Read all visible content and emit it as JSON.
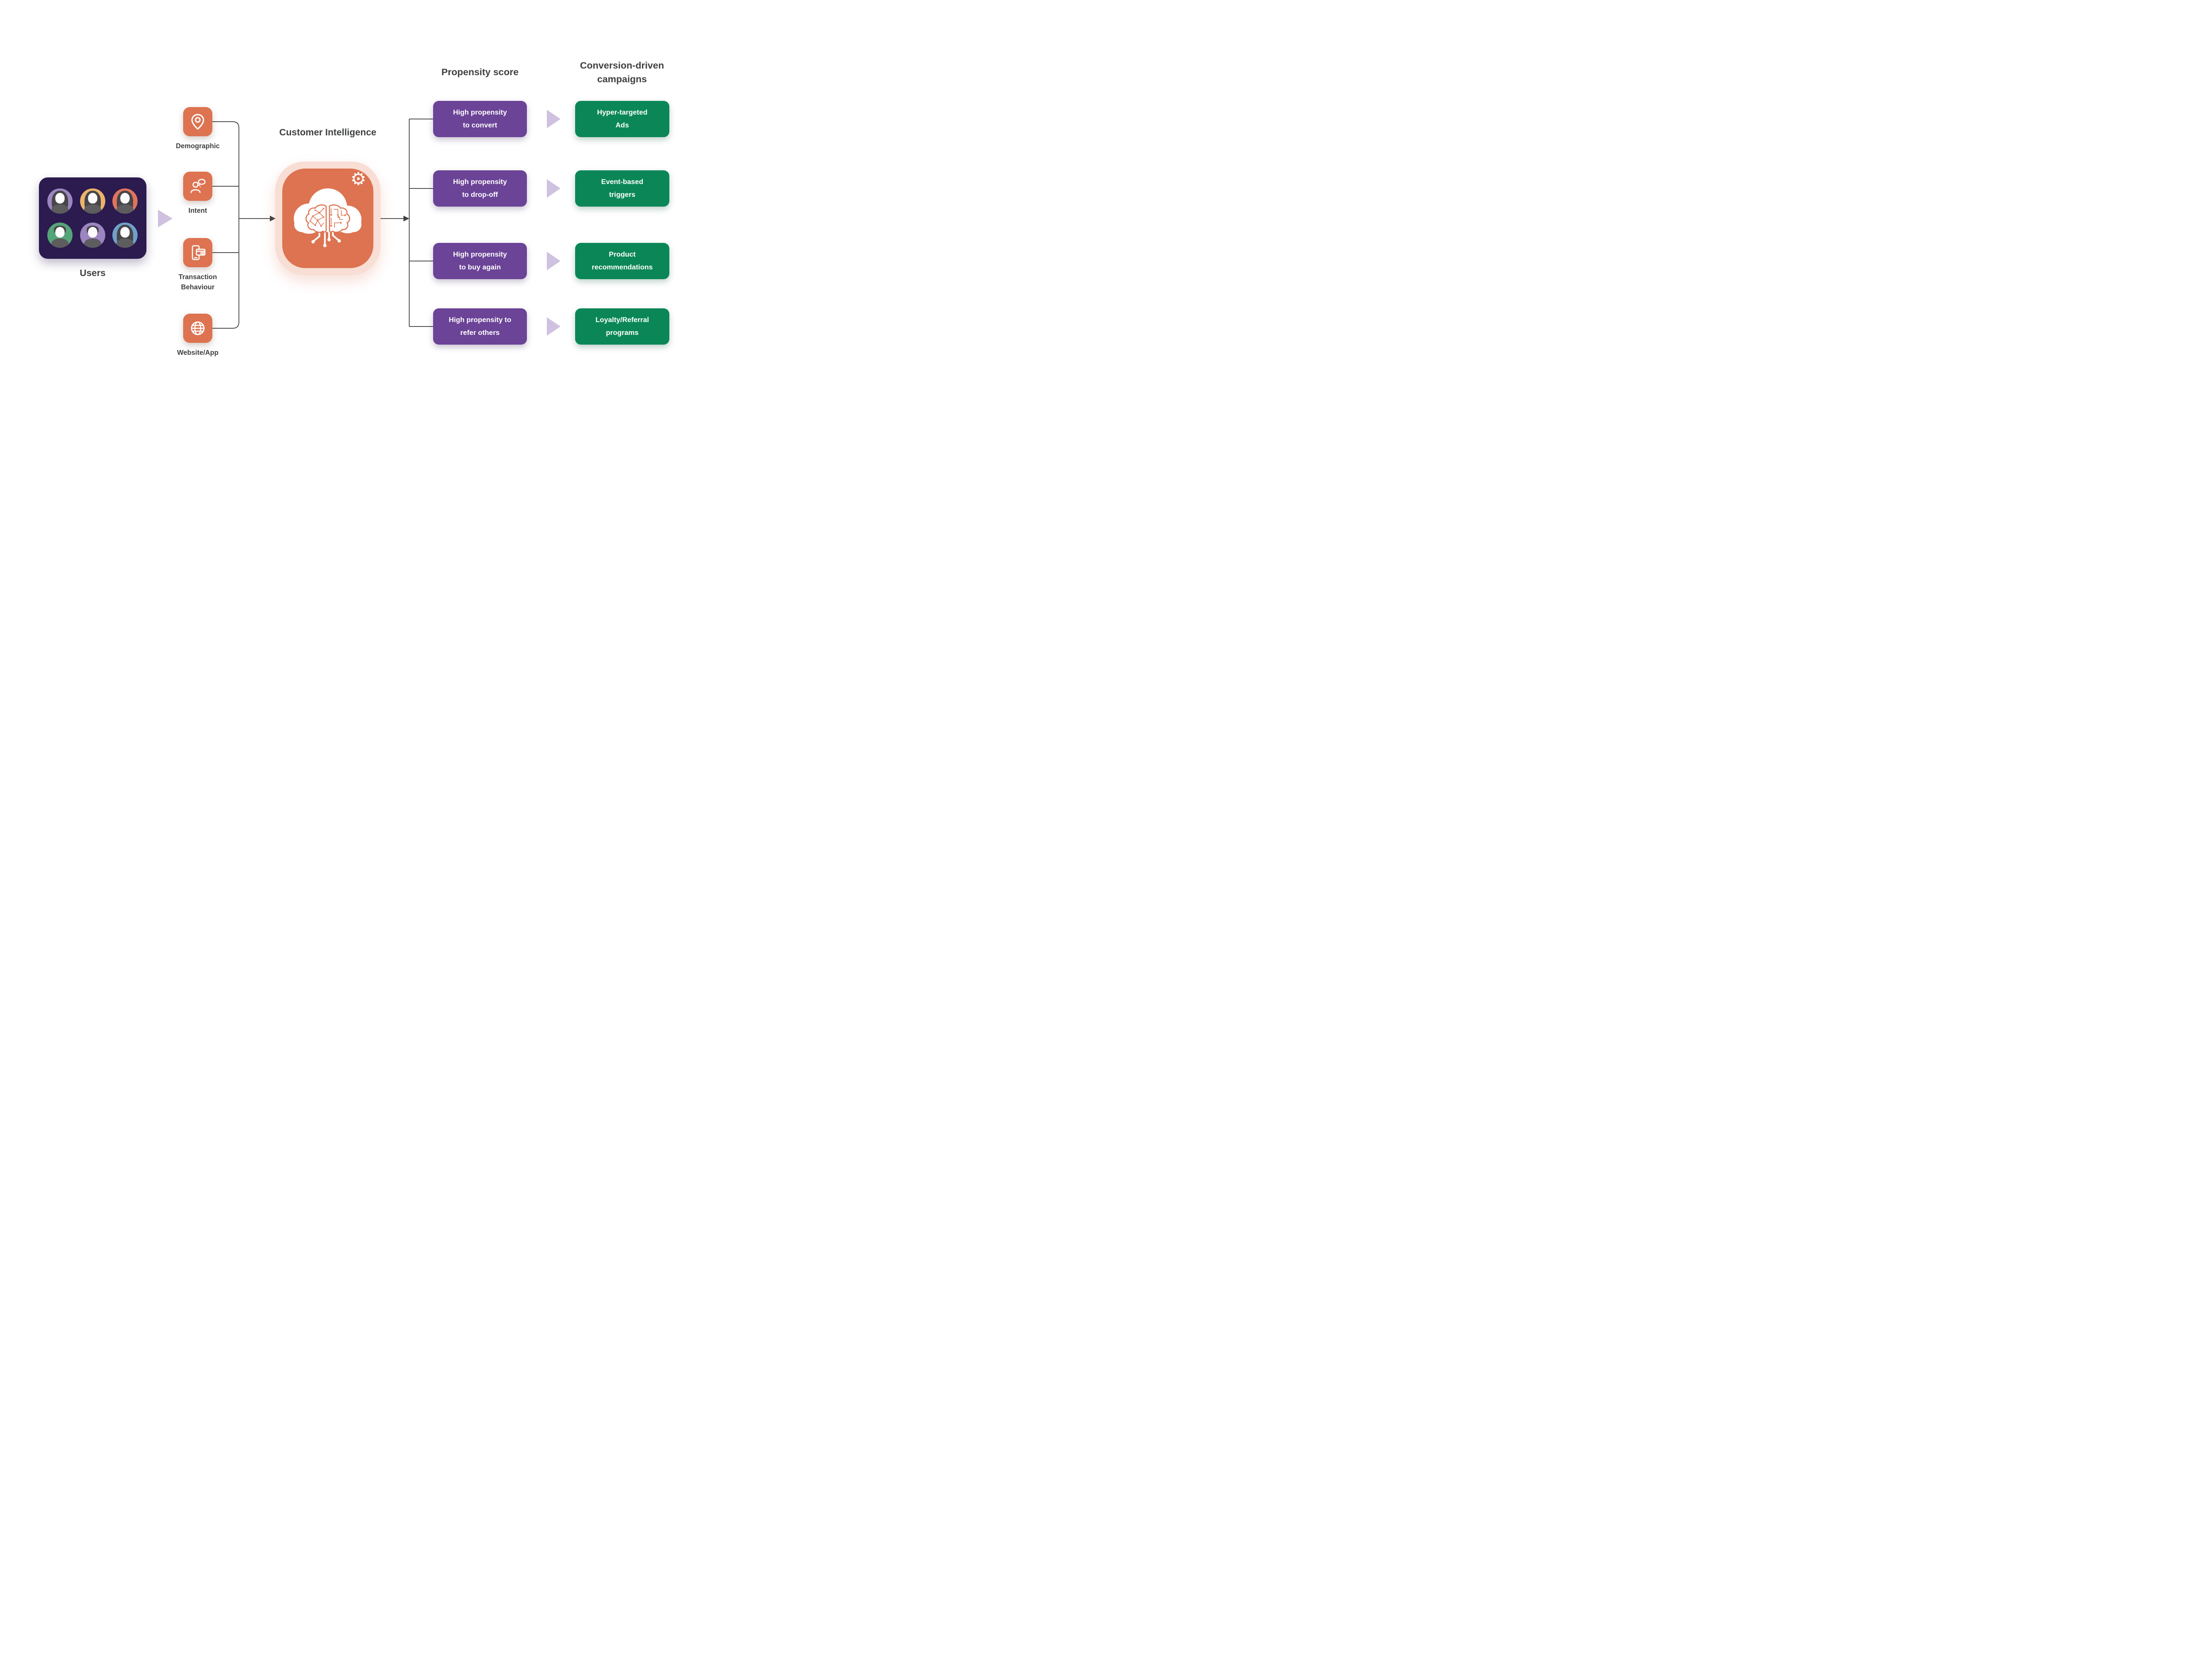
{
  "headings": {
    "propensity": "Propensity score",
    "campaigns_line1": "Conversion-driven",
    "campaigns_line2": "campaigns"
  },
  "users": {
    "label": "Users"
  },
  "sources": [
    {
      "label": "Demographic",
      "icon": "location-pin-icon"
    },
    {
      "label": "Intent",
      "icon": "person-thought-bubble-icon"
    },
    {
      "label": "Transaction Behaviour",
      "icon": "phone-credit-card-icon"
    },
    {
      "label": "Website/App",
      "icon": "globe-icon"
    }
  ],
  "ci": {
    "title": "Customer Intelligence",
    "icon": "cloud-brain-icon",
    "gear_glyph": "⚙"
  },
  "rows": [
    {
      "propensity": {
        "line1": "High propensity",
        "line2": "to convert"
      },
      "campaign": {
        "line1": "Hyper-targeted",
        "line2": "Ads"
      }
    },
    {
      "propensity": {
        "line1": "High propensity",
        "line2": "to drop-off"
      },
      "campaign": {
        "line1": "Event-based",
        "line2": "triggers"
      }
    },
    {
      "propensity": {
        "line1": "High propensity",
        "line2": "to buy again"
      },
      "campaign": {
        "line1": "Product",
        "line2": "recommendations"
      }
    },
    {
      "propensity": {
        "line1": "High propensity to",
        "line2": "refer others"
      },
      "campaign": {
        "line1": "Loyalty/Referral",
        "line2": "programs"
      }
    }
  ],
  "colors": {
    "orange": "#dd7351",
    "halo": "#f8ded4",
    "purple": "#6b4397",
    "green": "#0b8757",
    "navy": "#2b1b4e",
    "lavender": "#cfc2e0",
    "line": "#3f4040",
    "text": "#3f4040",
    "avatars": [
      "#9c85c0",
      "#ecb46b",
      "#e0745c",
      "#55a579",
      "#9c85c0",
      "#6fa0ca"
    ]
  }
}
